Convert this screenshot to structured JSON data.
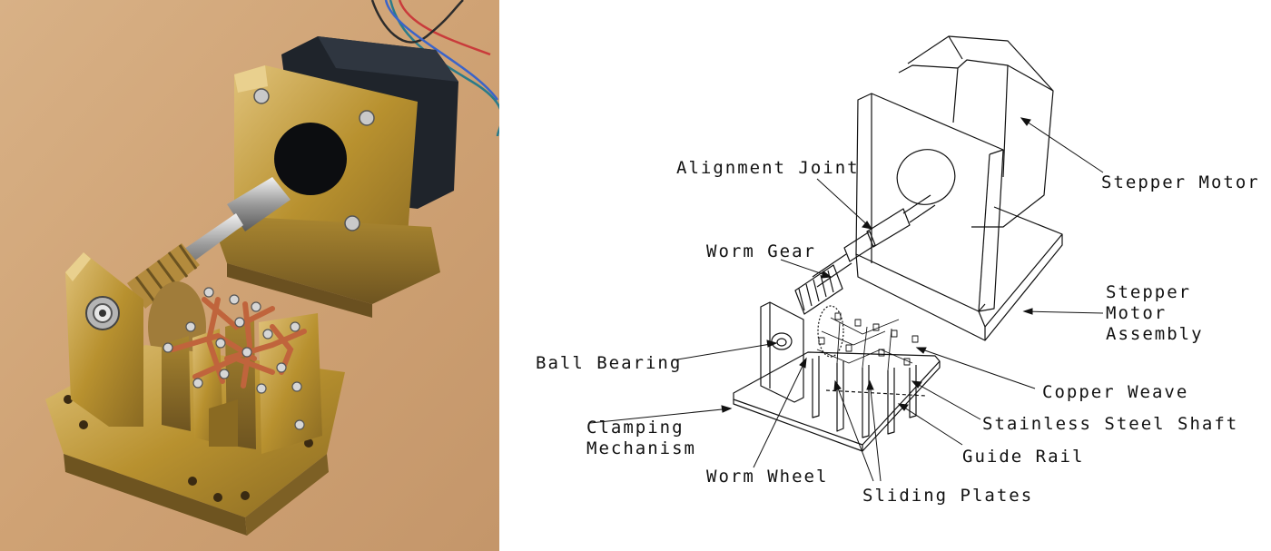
{
  "labels": {
    "alignment_joint": "Alignment Joint",
    "stepper_motor": "Stepper Motor",
    "worm_gear": "Worm Gear",
    "stepper_motor_assembly": [
      "Stepper",
      "Motor",
      "Assembly"
    ],
    "ball_bearing": "Ball Bearing",
    "copper_weave": "Copper Weave",
    "stainless_steel_shaft": "Stainless Steel Shaft",
    "clamping_mechanism": [
      "Clamping",
      "Mechanism"
    ],
    "guide_rail": "Guide Rail",
    "worm_wheel": "Worm Wheel",
    "sliding_plates": "Sliding Plates"
  },
  "colors": {
    "brass": "#b8912f",
    "copper": "#c0643c",
    "motor_black": "#1f242b",
    "table_wood": "#cfa274",
    "line": "#111111"
  }
}
